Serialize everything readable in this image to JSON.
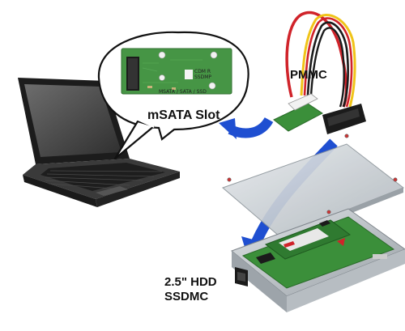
{
  "labels": {
    "callout": "mSATA Slot",
    "adapter": "PMMC",
    "drive_line1": "2.5\" HDD",
    "drive_line2": "SSDMC"
  },
  "board_print": {
    "brand_line1": "CDM R",
    "brand_line2": "SSDMP",
    "small_print": "MSATA / SATA / SSD"
  },
  "colors": {
    "arrow_blue": "#1f4fd1",
    "pcb_green": "#3b8f3a",
    "cable_red": "#d0232a",
    "cable_yellow": "#f0c419",
    "laptop_dark": "#2b2b2b",
    "enclosure_silver": "#c9cfd4"
  }
}
